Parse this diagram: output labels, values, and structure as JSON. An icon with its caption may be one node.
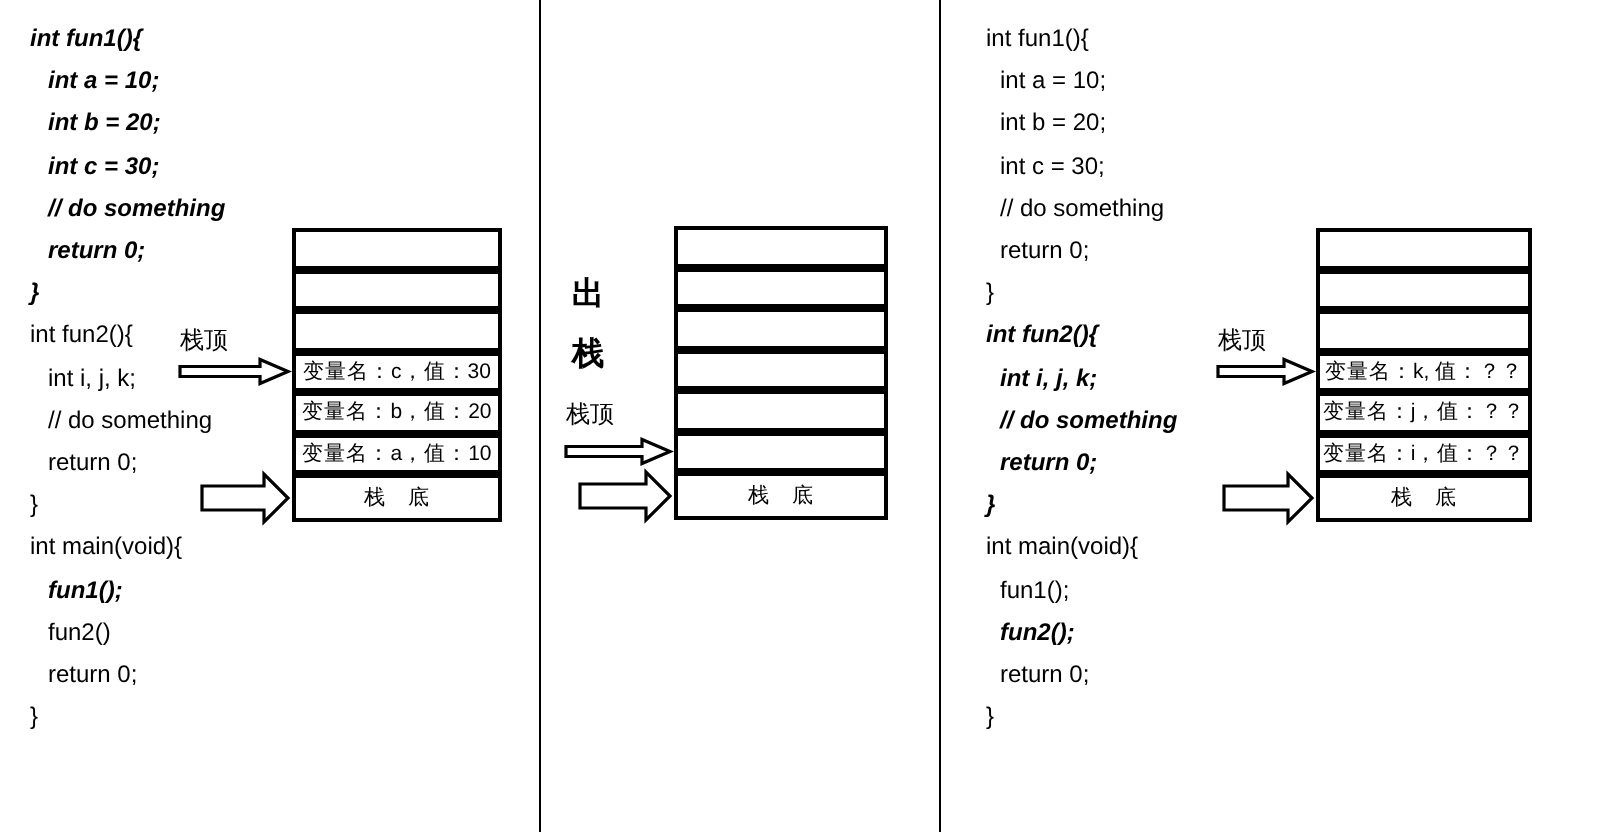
{
  "diagram": {
    "nodes": [
      {
        "text": [],
        "shape": "box"
      },
      {
        "text": [],
        "shape": "box"
      },
      {
        "text": [],
        "shape": "box"
      },
      {
        "text": [
          "变量名：c，值：30"
        ]
      },
      {
        "text": [
          "变量名：b，值：20"
        ]
      },
      {
        "text": [
          "变量名：a，值：10"
        ]
      },
      {
        "text": [
          "栈　底"
        ]
      },
      {
        "text": [],
        "shape": "box"
      },
      {
        "text": [],
        "shape": "box"
      },
      {
        "text": [],
        "shape": "box"
      },
      {
        "text": [],
        "shape": "box"
      },
      {
        "text": [],
        "shape": "box"
      },
      {
        "text": [],
        "shape": "box"
      },
      {
        "text": [
          "栈　底"
        ]
      },
      {
        "text": [],
        "shape": "box"
      },
      {
        "text": [],
        "shape": "box"
      },
      {
        "text": [],
        "shape": "box"
      },
      {
        "text": [
          "变量名：k, 值：？？"
        ]
      },
      {
        "text": [
          "变量名：j，值：？？"
        ]
      },
      {
        "text": [
          "变量名：i，值：？？"
        ]
      },
      {
        "text": [
          "栈　底"
        ]
      }
    ],
    "edges": [
      {
        "from": null,
        "to": 3,
        "arrow": "to",
        "label": "栈顶"
      },
      {
        "from": null,
        "to": 6,
        "arrow": "to"
      },
      {
        "from": null,
        "to": 12,
        "arrow": "to",
        "label": "栈顶"
      },
      {
        "from": null,
        "to": 13,
        "arrow": "to"
      },
      {
        "from": null,
        "to": 17,
        "arrow": "to",
        "label": "栈顶"
      },
      {
        "from": null,
        "to": 20,
        "arrow": "to"
      }
    ],
    "labels": [
      "int fun1(){",
      "int a = 10;",
      "int b = 20;",
      "int c = 30;",
      "// do something",
      "return 0;",
      "}",
      "int fun2(){",
      "int i, j, k;",
      "// do something",
      "return 0;",
      "}",
      "int main(void){",
      "fun1();",
      "fun2()",
      "return 0;",
      "}",
      "出栈",
      "int fun1(){",
      "int a = 10;",
      "int b = 20;",
      "int c = 30;",
      "// do something",
      "return 0;",
      "}",
      "int fun2(){",
      "int i, j, k;",
      "// do something",
      "return 0;",
      "}",
      "int main(void){",
      "fun1();",
      "fun2();",
      "return 0;",
      "}"
    ]
  }
}
